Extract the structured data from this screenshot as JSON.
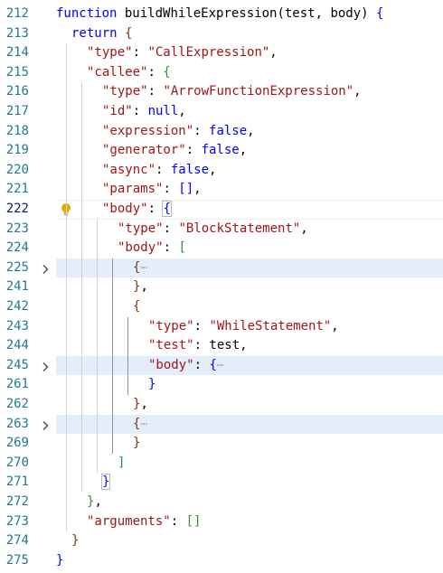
{
  "lines": [
    {
      "num": "212",
      "segments": [
        {
          "t": "function",
          "c": "kw"
        },
        {
          "t": " buildWhileExpression(test, body) ",
          "c": "fn"
        },
        {
          "t": "{",
          "c": "br1"
        }
      ],
      "indent": 0
    },
    {
      "num": "213",
      "segments": [
        {
          "t": "return",
          "c": "kw"
        },
        {
          "t": " ",
          "c": "fn"
        },
        {
          "t": "{",
          "c": "br2"
        }
      ],
      "indent": 1
    },
    {
      "num": "214",
      "segments": [
        {
          "t": "\"type\"",
          "c": "key"
        },
        {
          "t": ": ",
          "c": "fn"
        },
        {
          "t": "\"CallExpression\"",
          "c": "str"
        },
        {
          "t": ",",
          "c": "fn"
        }
      ],
      "indent": 2
    },
    {
      "num": "215",
      "segments": [
        {
          "t": "\"callee\"",
          "c": "key"
        },
        {
          "t": ": ",
          "c": "fn"
        },
        {
          "t": "{",
          "c": "br3"
        }
      ],
      "indent": 2
    },
    {
      "num": "216",
      "segments": [
        {
          "t": "\"type\"",
          "c": "key"
        },
        {
          "t": ": ",
          "c": "fn"
        },
        {
          "t": "\"ArrowFunctionExpression\"",
          "c": "str"
        },
        {
          "t": ",",
          "c": "fn"
        }
      ],
      "indent": 3
    },
    {
      "num": "217",
      "segments": [
        {
          "t": "\"id\"",
          "c": "key"
        },
        {
          "t": ": ",
          "c": "fn"
        },
        {
          "t": "null",
          "c": "lit"
        },
        {
          "t": ",",
          "c": "fn"
        }
      ],
      "indent": 3
    },
    {
      "num": "218",
      "segments": [
        {
          "t": "\"expression\"",
          "c": "key"
        },
        {
          "t": ": ",
          "c": "fn"
        },
        {
          "t": "false",
          "c": "lit"
        },
        {
          "t": ",",
          "c": "fn"
        }
      ],
      "indent": 3
    },
    {
      "num": "219",
      "segments": [
        {
          "t": "\"generator\"",
          "c": "key"
        },
        {
          "t": ": ",
          "c": "fn"
        },
        {
          "t": "false",
          "c": "lit"
        },
        {
          "t": ",",
          "c": "fn"
        }
      ],
      "indent": 3
    },
    {
      "num": "220",
      "segments": [
        {
          "t": "\"async\"",
          "c": "key"
        },
        {
          "t": ": ",
          "c": "fn"
        },
        {
          "t": "false",
          "c": "lit"
        },
        {
          "t": ",",
          "c": "fn"
        }
      ],
      "indent": 3
    },
    {
      "num": "221",
      "segments": [
        {
          "t": "\"params\"",
          "c": "key"
        },
        {
          "t": ": ",
          "c": "fn"
        },
        {
          "t": "[]",
          "c": "br1"
        },
        {
          "t": ",",
          "c": "fn"
        }
      ],
      "indent": 3
    },
    {
      "num": "222",
      "segments": [
        {
          "t": "\"body\"",
          "c": "key"
        },
        {
          "t": ": ",
          "c": "fn"
        },
        {
          "t": "{",
          "c": "br1",
          "box": true
        }
      ],
      "indent": 3,
      "active": true,
      "bulb": true
    },
    {
      "num": "223",
      "segments": [
        {
          "t": "\"type\"",
          "c": "key"
        },
        {
          "t": ": ",
          "c": "fn"
        },
        {
          "t": "\"BlockStatement\"",
          "c": "str"
        },
        {
          "t": ",",
          "c": "fn"
        }
      ],
      "indent": 4
    },
    {
      "num": "224",
      "segments": [
        {
          "t": "\"body\"",
          "c": "key"
        },
        {
          "t": ": ",
          "c": "fn"
        },
        {
          "t": "[",
          "c": "br3"
        }
      ],
      "indent": 4
    },
    {
      "num": "225",
      "segments": [
        {
          "t": "{",
          "c": "br2"
        },
        {
          "t": "⋯",
          "c": "ellipsis"
        }
      ],
      "indent": 5,
      "folded": true
    },
    {
      "num": "241",
      "segments": [
        {
          "t": "}",
          "c": "br2"
        },
        {
          "t": ",",
          "c": "fn"
        }
      ],
      "indent": 5
    },
    {
      "num": "242",
      "segments": [
        {
          "t": "{",
          "c": "br2"
        }
      ],
      "indent": 5
    },
    {
      "num": "243",
      "segments": [
        {
          "t": "\"type\"",
          "c": "key"
        },
        {
          "t": ": ",
          "c": "fn"
        },
        {
          "t": "\"WhileStatement\"",
          "c": "str"
        },
        {
          "t": ",",
          "c": "fn"
        }
      ],
      "indent": 6
    },
    {
      "num": "244",
      "segments": [
        {
          "t": "\"test\"",
          "c": "key"
        },
        {
          "t": ": test,",
          "c": "fn"
        }
      ],
      "indent": 6
    },
    {
      "num": "245",
      "segments": [
        {
          "t": "\"body\"",
          "c": "key"
        },
        {
          "t": ": ",
          "c": "fn"
        },
        {
          "t": "{",
          "c": "br1"
        },
        {
          "t": "⋯",
          "c": "ellipsis"
        }
      ],
      "indent": 6,
      "folded": true
    },
    {
      "num": "261",
      "segments": [
        {
          "t": "}",
          "c": "br1"
        }
      ],
      "indent": 6
    },
    {
      "num": "262",
      "segments": [
        {
          "t": "}",
          "c": "br2"
        },
        {
          "t": ",",
          "c": "fn"
        }
      ],
      "indent": 5
    },
    {
      "num": "263",
      "segments": [
        {
          "t": "{",
          "c": "br2"
        },
        {
          "t": "⋯",
          "c": "ellipsis"
        }
      ],
      "indent": 5,
      "folded": true
    },
    {
      "num": "269",
      "segments": [
        {
          "t": "}",
          "c": "br2"
        }
      ],
      "indent": 5
    },
    {
      "num": "270",
      "segments": [
        {
          "t": "]",
          "c": "br3"
        }
      ],
      "indent": 4
    },
    {
      "num": "271",
      "segments": [
        {
          "t": "}",
          "c": "br1",
          "box": true
        }
      ],
      "indent": 3
    },
    {
      "num": "272",
      "segments": [
        {
          "t": "}",
          "c": "br3"
        },
        {
          "t": ",",
          "c": "fn"
        }
      ],
      "indent": 2
    },
    {
      "num": "273",
      "segments": [
        {
          "t": "\"arguments\"",
          "c": "key"
        },
        {
          "t": ": ",
          "c": "fn"
        },
        {
          "t": "[]",
          "c": "br3"
        }
      ],
      "indent": 2
    },
    {
      "num": "274",
      "segments": [
        {
          "t": "}",
          "c": "br2"
        }
      ],
      "indent": 1
    },
    {
      "num": "275",
      "segments": [
        {
          "t": "}",
          "c": "br1"
        }
      ],
      "indent": 0
    }
  ],
  "icons": {
    "fold": "chevron-right-icon",
    "bulb": "lightbulb-icon"
  },
  "colors": {
    "keyword": "#0000ff",
    "string": "#a31515",
    "line_number": "#237893",
    "fold_highlight": "#e4eefb"
  }
}
